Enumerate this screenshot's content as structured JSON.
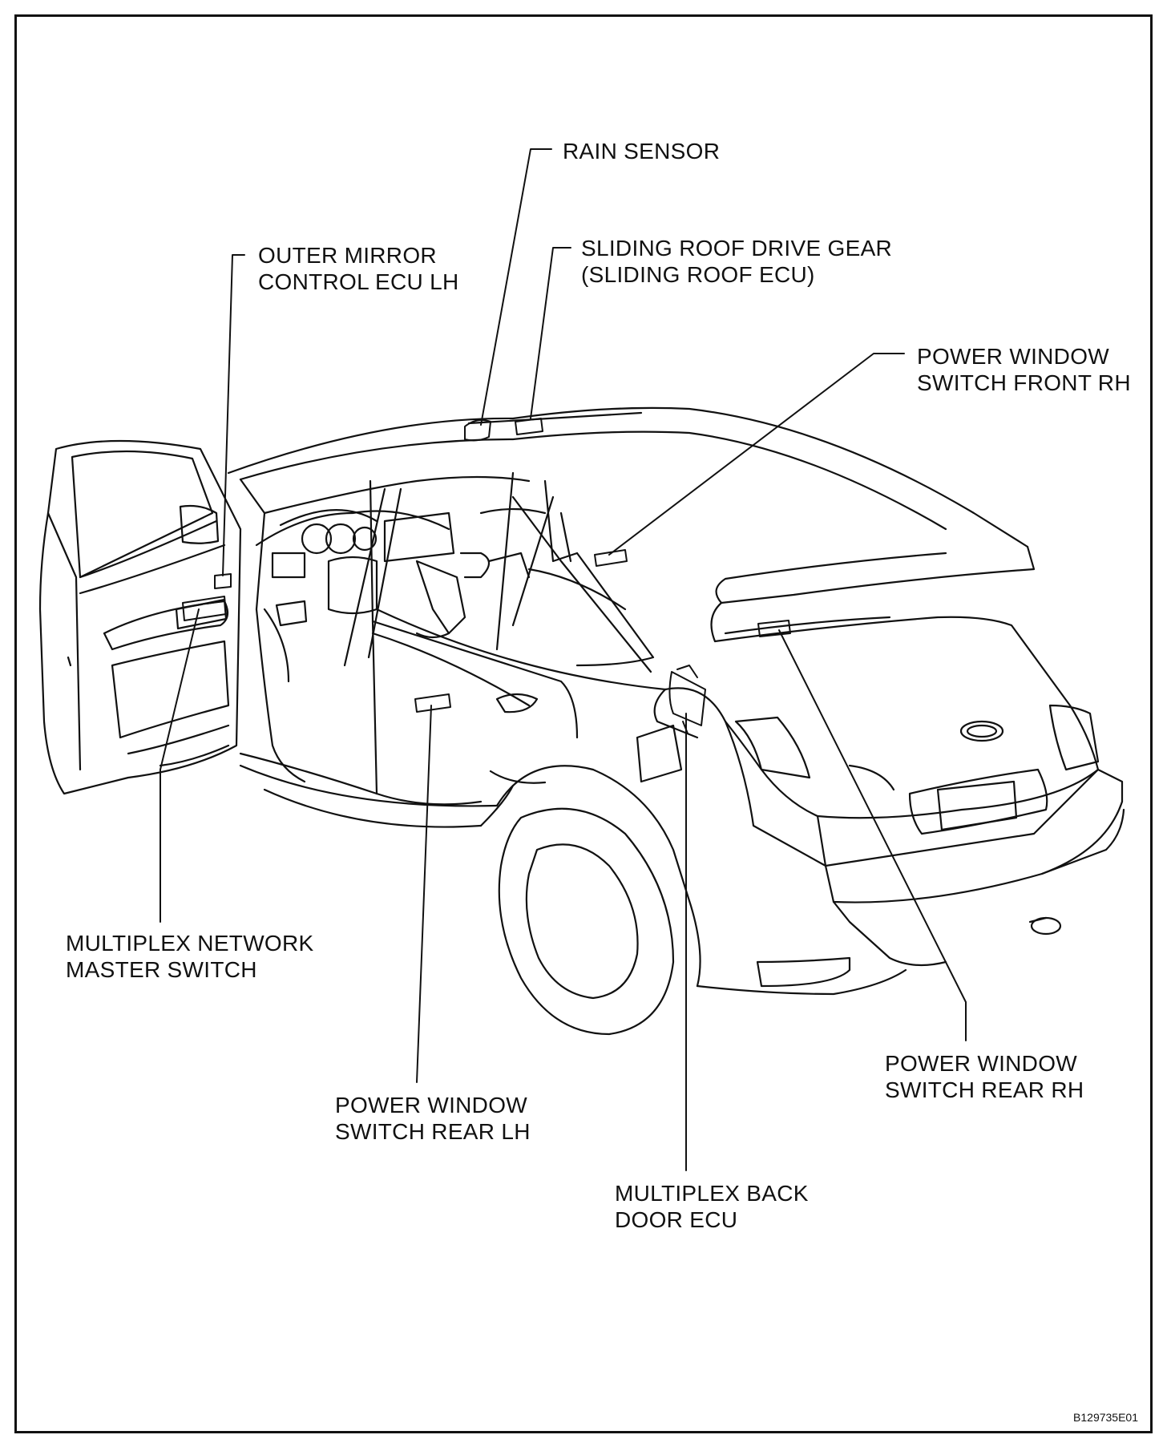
{
  "figure_code": "B129735E01",
  "labels": {
    "rain_sensor": [
      "RAIN SENSOR"
    ],
    "sliding_roof": [
      "SLIDING ROOF DRIVE GEAR",
      "(SLIDING ROOF ECU)"
    ],
    "outer_mirror": [
      "OUTER MIRROR",
      "CONTROL ECU LH"
    ],
    "pw_front_rh": [
      "POWER WINDOW",
      "SWITCH FRONT RH"
    ],
    "multiplex_master": [
      "MULTIPLEX NETWORK",
      "MASTER SWITCH"
    ],
    "pw_rear_lh": [
      "POWER WINDOW",
      "SWITCH REAR LH"
    ],
    "multiplex_back_door": [
      "MULTIPLEX BACK",
      "DOOR ECU"
    ],
    "pw_rear_rh": [
      "POWER WINDOW",
      "SWITCH REAR RH"
    ]
  }
}
